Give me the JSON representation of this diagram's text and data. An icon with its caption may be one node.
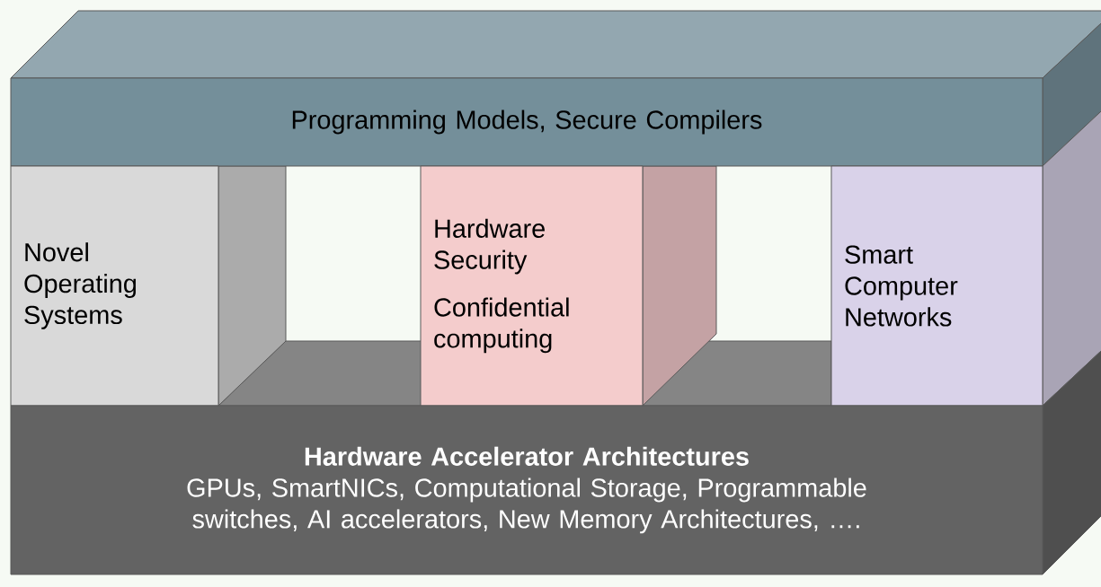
{
  "diagram": {
    "nodes": [
      {
        "text": [
          "Programming Models, Secure Compilers"
        ]
      },
      {
        "text": [
          "Novel Operating Systems"
        ]
      },
      {
        "text": [
          "Hardware Security",
          "Confidential computing"
        ]
      },
      {
        "text": [
          "Smart Computer Networks"
        ]
      },
      {
        "text": [
          "Hardware Accelerator Architectures",
          "GPUs, SmartNICs, Computational Storage, Programmable switches, AI accelerators, New Memory Architectures, …."
        ]
      }
    ]
  }
}
